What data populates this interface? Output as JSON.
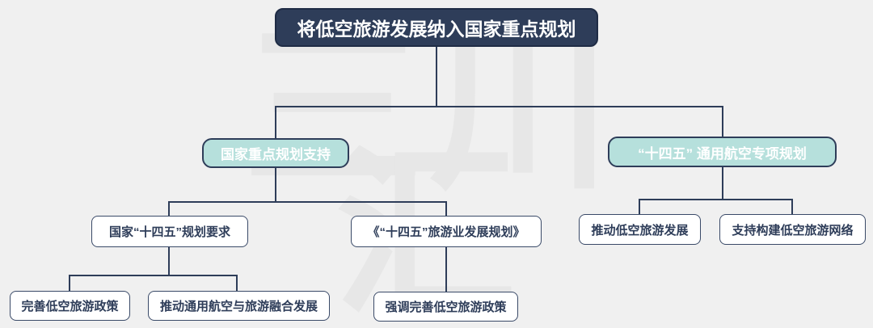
{
  "diagram": {
    "title": "将低空旅游发展纳入国家重点规划",
    "branches": [
      {
        "label": "国家重点规划支持",
        "children": [
          {
            "label": "国家“十四五”规划要求",
            "children": [
              {
                "label": "完善低空旅游政策"
              },
              {
                "label": "推动通用航空与旅游融合发展"
              }
            ]
          },
          {
            "label": "《“十四五”旅游业发展规划》",
            "children": [
              {
                "label": "强调完善低空旅游政策"
              }
            ]
          }
        ]
      },
      {
        "label": "“十四五” 通用航空专项规划",
        "children": [
          {
            "label": "推动低空旅游发展"
          },
          {
            "label": "支持构建低空旅游网络"
          }
        ]
      }
    ]
  },
  "watermark": {
    "line1": "三川",
    "line2": "汇"
  },
  "colors": {
    "background": "#f0f0f0",
    "navy": "#2e3d59",
    "navy_border_dark": "#1f2c45",
    "teal_fill": "#b6e0dc",
    "node_fill": "#ffffff",
    "watermark_gray": "#e7e7e7",
    "line": "#2e3d59"
  }
}
